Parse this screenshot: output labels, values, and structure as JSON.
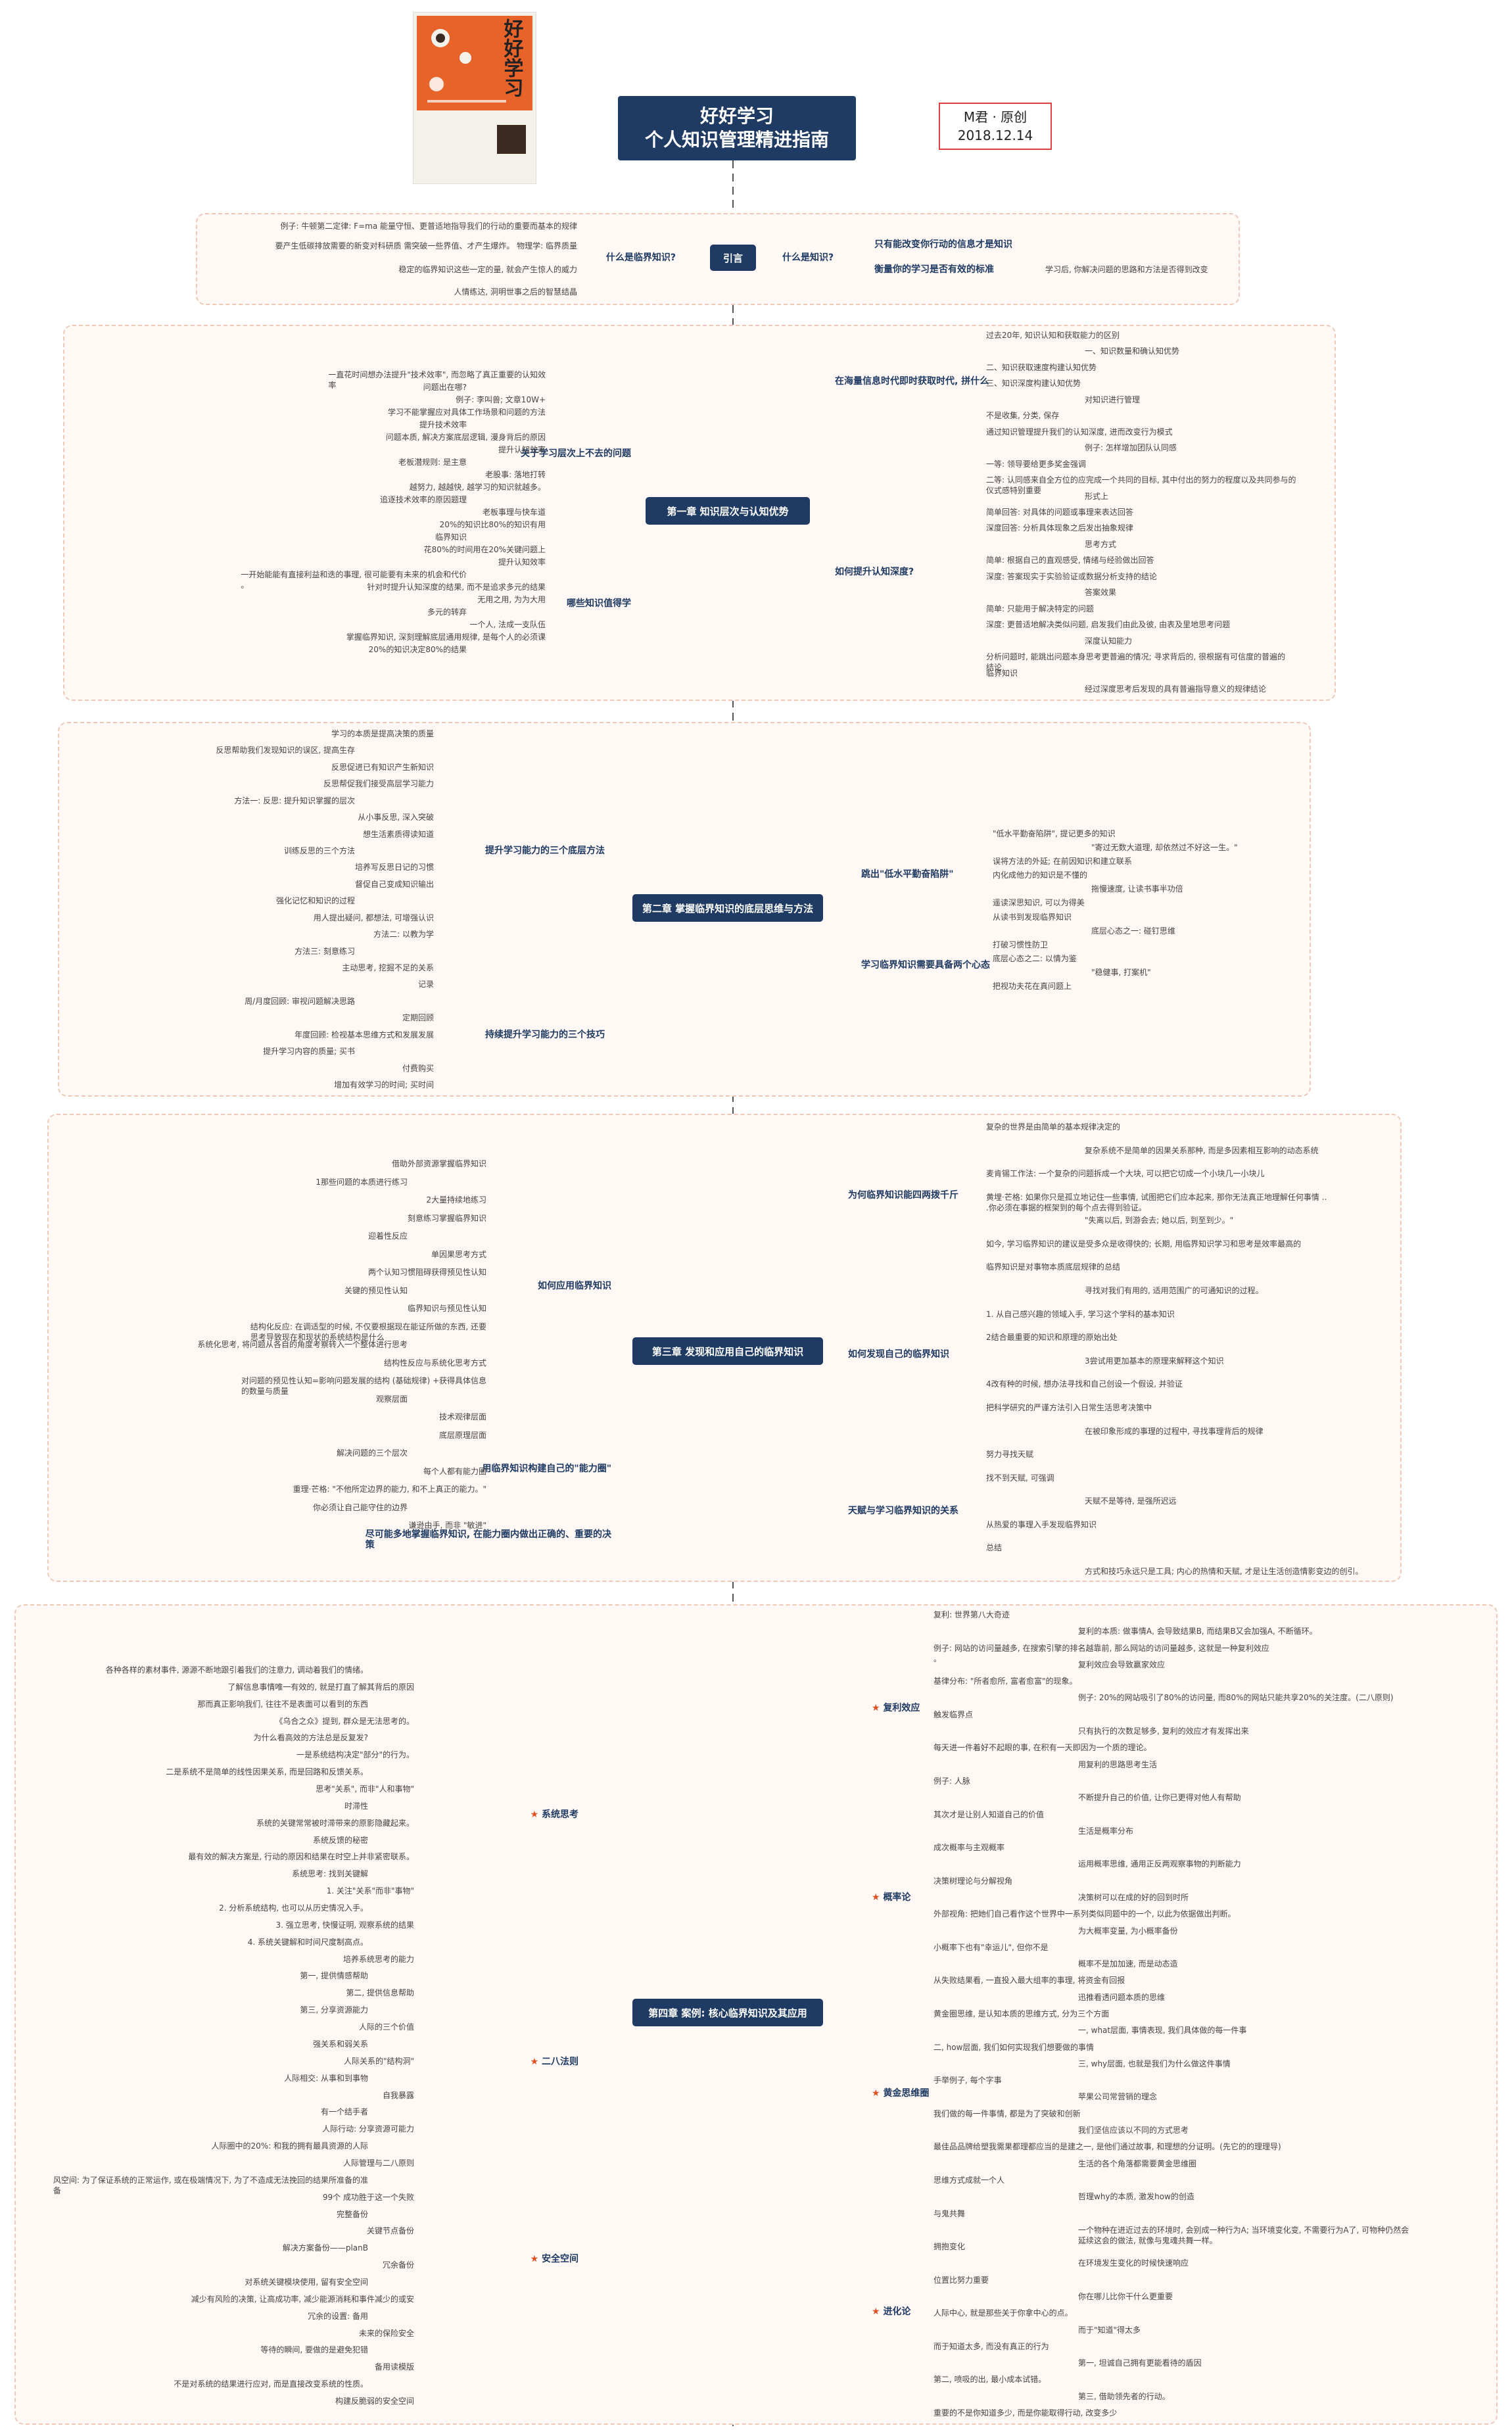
{
  "header": {
    "title_line1": "好好学习",
    "title_line2": "个人知识管理精进指南",
    "credit_author": "M君 · 原创",
    "credit_date": "2018.12.14",
    "book_title": "好好学习"
  },
  "intro": {
    "hub": "引言",
    "left_branch": "什么是临界知识?",
    "right_branch": "什么是知识?",
    "left_items": [
      "例子: 牛顿第二定律: F=ma 能量守恒、更普适地指导我们的行动的重要而基本的规律",
      "要产生低碳排放需要的新变对科研质 需突破一些界值、才产生爆炸。 物理学: 临界质量",
      "稳定的临界知识这些一定的量, 就会产生惊人的威力",
      "人情练达, 洞明世事之后的智慧结晶"
    ],
    "right_items": [
      "只有能改变你行动的信息才是知识",
      "衡量你的学习是否有效的标准"
    ],
    "right_note": "学习后, 你解决问题的思路和方法是否得到改变"
  },
  "ch1": {
    "hub": "第一章  知识层次与认知优势",
    "left_branches": [
      "关于学习层次上不去的问题",
      "哪些知识值得学"
    ],
    "right_branches": [
      "在海量信息时代即时获取时代, 拼什么",
      "如何提升认知深度?"
    ],
    "left_items": [
      "一直花时间想办法提升\"技术效率\", 而忽略了真正重要的认知效率",
      "问题出在哪?",
      "例子: 李叫兽; 文章10W+",
      "学习不能掌握应对具体工作场景和问题的方法",
      "提升技术效率",
      "问题本质, 解决方案底层逻辑, 漫身背后的原因",
      "提升认知效率",
      "老板潜规则: 是主意",
      "老股事: 落地打转",
      "越努力, 越越快, 越学习的知识就越多。",
      "追逐技术效率的原因题理",
      "老板事理与快车道",
      "20%的知识比80%的知识有用",
      "临界知识",
      "花80%的时间用在20%关键问题上",
      "提升认知效率",
      "一开始能能有直接利益和迭的事理, 很可能要有未来的机会和代价。",
      "针对时提升认知深度的结果, 而不是追求多元的结果",
      "无用之用, 为为大用",
      "多元的转弃",
      "一个人, 法成一支队伍",
      "掌握临界知识, 深刻理解底层通用规律, 是每个人的必须课",
      "20%的知识决定80%的结果"
    ],
    "right_items": [
      "过去20年, 知识认知和获取能力的区别",
      "一、知识数量和确认知优势",
      "二、知识获取速度构建认知优势",
      "三、知识深度构建认知优势",
      "对知识进行管理",
      "不是收集, 分类, 保存",
      "通过知识管理提升我们的认知深度, 进而改变行为模式",
      "例子: 怎样增加团队认同感",
      "一等: 领导要给更多奖金强调",
      "二等: 认同感来自全方位的应完成一个共同的目标, 其中付出的努力的程度以及共同参与的仪式感特别重要",
      "形式上",
      "简单回答: 对具体的问题或事理来表达回答",
      "深度回答: 分析具体现象之后发出抽象规律",
      "思考方式",
      "简单: 根据自己的直观感受, 情绪与经验做出回答",
      "深度: 答案现实于实验验证或数据分析支持的结论",
      "答案效果",
      "简单: 只能用于解决特定的问题",
      "深度: 更普适地解决类似问题, 启发我们由此及彼, 由表及里地思考问题",
      "深度认知能力",
      "分析问题时, 能跳出问题本身思考更普遍的情况; 寻求背后的, 很根据有可信度的普遍的结论",
      "临界知识",
      "经过深度思考后发现的具有普遍指导意义的规律结论"
    ]
  },
  "ch2": {
    "hub": "第二章  掌握临界知识的底层思维与方法",
    "left_branches": [
      "提升学习能力的三个底层方法",
      "持续提升学习能力的三个技巧"
    ],
    "right_branches": [
      "跳出\"低水平勤奋陷阱\"",
      "学习临界知识需要具备两个心态"
    ],
    "left_items": [
      "学习的本质是提高决策的质量",
      "反思帮助我们发现知识的误区, 提高生存",
      "反思促进已有知识产生新知识",
      "反思帮促我们接受高层学习能力",
      "方法一: 反思: 提升知识掌握的层次",
      "从小事反思, 深入突破",
      "想生活素质得读知道",
      "训练反思的三个方法",
      "培养写反思日记的习惯",
      "督促自己变成知识输出",
      "强化记忆和知识的过程",
      "用人提出疑问, 都想法, 可增强认识",
      "方法二: 以教为学",
      "方法三: 刻意练习",
      "主动思考, 挖掘不足的关系",
      "记录",
      "周/月度回顾: 审视问题解决思路",
      "定期回顾",
      "年度回顾: 检视基本思维方式和发展发展",
      "提升学习内容的质量; 买书",
      "付费购买",
      "增加有效学习的时间; 买时间"
    ],
    "right_items": [
      "\"低水平勤奋陷阱\", 提记更多的知识",
      "\"寄过无数大道理, 却依然过不好这一生。\"",
      "误将方法的外延; 在前因知识和建立联系",
      "内化成他力的知识是不懂的",
      "拖慢速度, 让读书事半功倍",
      "遥读深思知识, 可以为得美",
      "从读书到发现临界知识",
      "底层心态之一: 碰钉思维",
      "打破习惯性防卫",
      "底层心态之二: 以情为鉴",
      "\"稳健事, 打案机\"",
      "把视功夫花在真问题上"
    ]
  },
  "ch3": {
    "hub": "第三章  发现和应用自己的临界知识",
    "left_branches": [
      "如何应用临界知识",
      "用临界知识构建自己的\"能力圈\"",
      "尽可能多地掌握临界知识, 在能力圈内做出正确的、重要的决策"
    ],
    "right_branches": [
      "为何临界知识能四两拨千斤",
      "如何发现自己的临界知识",
      "天赋与学习临界知识的关系"
    ],
    "left_items": [
      "借助外部资源掌握临界知识",
      "1那些问题的本质进行练习",
      "2大量持续地练习",
      "刻意练习掌握临界知识",
      "迎着性反应",
      "单因果思考方式",
      "两个认知习惯阻碍获得预见性认知",
      "关键的预见性认知",
      "临界知识与预见性认知",
      "结构化反应: 在调适型的时候, 不仅要根据现在能证所做的东西, 还要思考导致现在和现状的系统结构是什么",
      "系统化思考, 将问题从各自的角度考察转入一个整体进行思考",
      "结构性反应与系统化思考方式",
      "对问题的预见性认知=影响问题发展的结构 (基础规律) +获得具体信息的数量与质量",
      "观察层面",
      "技术观律层面",
      "底层原理层面",
      "解决问题的三个层次",
      "每个人都有能力圈",
      "重理·芒格: \"不他所定边界的能力, 和不上真正的能力。\"",
      "你必须让自己能守住的边界",
      "谦逊由手, 而非 \"敏进\""
    ],
    "right_items": [
      "复杂的世界是由简单的基本规律决定的",
      "复杂系统不是简单的因果关系那种, 而是多因素相互影响的动态系统",
      "麦肯锡工作法: 一个复杂的问题拆成一个大块, 可以把它切成一个小块几一小块儿",
      "黄埋·芒格: 如果你只是孤立地记住一些事情, 试图把它们应本起来, 那你无法真正地理解任何事情 ...你必须在事据的框架到的每个点去得到验证。",
      "\"失离以后, 到游会去; 她以后, 到至到少。\"",
      "如今, 学习临界知识的建议是受多众是收得快的; 长期, 用临界知识学习和思考是效率最高的",
      "临界知识是对事物本质底层规律的总结",
      "寻找对我们有用的, 适用范围广的可通知识的过程。",
      "1. 从自己感兴趣的领域入手, 学习这个学科的基本知识",
      "2结合最重要的知识和原理的原始出处",
      "3尝试用更加基本的原理来解释这个知识",
      "4改有种的时候, 想办法寻找和自己创设一个假设, 并验证",
      "把科学研究的严谨方法引入日常生活思考决策中",
      "在被印象形成的事理的过程中, 寻找事理背后的规律",
      "努力寻找天赋",
      "找不到天赋, 可强调",
      "天赋不是等待, 是强所迟远",
      "从热爱的事理入手发现临界知识",
      "总结",
      "方式和技巧永远只是工具; 内心的热情和天赋, 才是让生活创造情影变边的创引。"
    ]
  },
  "ch4": {
    "hub": "第四章  案例: 核心临界知识及其应用",
    "left_branches": [
      "系统思考",
      "二八法则",
      "安全空间"
    ],
    "right_branches": [
      "复利效应",
      "概率论",
      "黄金思维圈",
      "进化论"
    ],
    "left_items": [
      "各种各样的素材事件, 源源不断地跟引着我们的注意力, 调动着我们的情绪。",
      "了解信息事情唯一有效的, 就是打直了解其背后的原因",
      "那而真正影响我们, 往往不是表面可以看到的东西",
      "《乌合之众》提到, 群众是无法思考的。",
      "为什么看高效的方法总是反复发?",
      "一是系统结构决定\"部分\"的行为。",
      "二是系统不是简单的线性因果关系, 而是回路和反馈关系。",
      "思考\"关系\", 而非\"人和事物\"",
      "时滞性",
      "系统的关键常常被时滞带来的原影隐藏起来。",
      "系统反馈的秘密",
      "最有效的解决方案是, 行动的原因和结果在时空上并非紧密联系。",
      "系统思考: 找到关键解",
      "1. 关注\"关系\"而非\"事物\"",
      "2. 分析系统结构, 也可以从历史情况入手。",
      "3. 强立思考, 快慢证明, 观察系统的结果",
      "4. 系统关键解和时间尺度制高点。",
      "培养系统思考的能力",
      "第一, 提供情感帮助",
      "第二, 提供信息帮助",
      "第三, 分享资源能力",
      "人际的三个价值",
      "强关系和弱关系",
      "人际关系的\"结构洞\"",
      "人际相交: 从事和到事物",
      "自我暴露",
      "有一个结手者",
      "人际行动: 分享资源可能力",
      "人际圈中的20%: 和我的拥有最具资源的人际",
      "人际管理与二八原则",
      "风空间: 为了保证系统的正常运作, 或在极端情况下, 为了不造成无法挽回的结果所准备的准备",
      "99个 成功胜于这一个失败",
      "完整备份",
      "关键节点备份",
      "解决方案备份——planB",
      "冗余备份",
      "对系统关键模块使用, 留有安全空间",
      "减少有风险的决策, 让高成功率, 减少能源消耗和事件减少的或安",
      "冗余的设置: 备用",
      "未来的保险安全",
      "等待的瞬间, 要做的是避免犯错",
      "备用读模版",
      "不是对系统的结果进行应对, 而是直接改变系统的性质。",
      "构建反脆弱的安全空间"
    ],
    "right_items": [
      "复利: 世界第八大奇迹",
      "复利的本质: 做事情A, 会导致结果B, 而结果B又会加强A, 不断循环。",
      "例子: 网站的访问量越多, 在搜索引擎的排名越靠前, 那么网站的访问量越多, 这就是一种复利效应。",
      "复利效应会导致赢家效应",
      "基律分布: \"所者愈所, 富者愈富\"的现象。",
      "例子: 20%的网站吸引了80%的访问量, 而80%的网站只能共享20%的关注度。(二八原则)",
      "触发临界点",
      "只有执行的次数足够多, 复利的效应才有发挥出来",
      "每天进一件着好不起眼的事, 在积有一天即因为一个质的理论。",
      "用复利的思路思考生活",
      "例子: 人脉",
      "不断提升自己的价值, 让你已更得对他人有帮助",
      "其次才是让别人知道自己的价值",
      "生活是概率分布",
      "成次概率与主观概率",
      "运用概率思维, 通用正反两观察事物的判断能力",
      "决策树理论与分解视角",
      "决策树可以在成的好的回到时所",
      "外部视角: 把她们自己看作这个世界中一系列类似同题中的一个, 以此为依据做出判断。",
      "为大概率变量, 为小概率备份",
      "小概率下也有\"幸运儿\", 但你不是",
      "概率不是加加速, 而是动态造",
      "从失败结果看, 一直投入最大组率的事理, 将资金有回报",
      "迅推看透问题本质的思维",
      "黄金圈思维, 是认知本质的思维方式, 分为三个方面",
      "一, what层面, 事情表现, 我们具体做的每一件事",
      "二, how层面, 我们如何实现我们想要做的事情",
      "三, why层面, 也就是我们为什么做这件事情",
      "手举例子, 每个字事",
      "苹果公司常营销的理念",
      "我们做的每一件事情, 都是为了突破和创新",
      "我们坚信应该以不同的方式思考",
      "最佳品品牌给塑我需果都理都应当的是建之一, 是他们通过故事, 和理想的分证明。(先它的的理理导)",
      "生活的各个角落都需要黄金思维圈",
      "思维方式成就一个人",
      "哲理why的本质, 激发how的创造",
      "与鬼共舞",
      "一个物种在进近过去的环境时, 会别成一种行为A; 当环境变化变, 不需要行为A了, 可物种仍然会延续这会的做法, 就像与鬼魂共舞一样。",
      "拥抱变化",
      "在环境发生变化的时候快速响应",
      "位置比努力重要",
      "你在哪儿比你干什么更重要",
      "人际中心, 就是那些关于你拿中心的点。",
      "而于\"知道\"得太多",
      "而于知道太多, 而没有真正的行为",
      "第一, 坦诚自己拥有更能看待的盾因",
      "第二, 喷吸的出, 最小成本试错。",
      "第三, 借助领先者的行动。",
      "重要的不是你知道多少, 而是你能取得行动, 改变多少"
    ]
  },
  "colors": {
    "hub": "#1f3b63",
    "title_bg": "#1f3b63",
    "panel_border": "#f0c8b8",
    "panel_fill": "#fff8f5",
    "branch_line": "#555555",
    "credit_border": "#e04040",
    "accent_star": "#e05020",
    "book_orange": "#e8632a"
  }
}
